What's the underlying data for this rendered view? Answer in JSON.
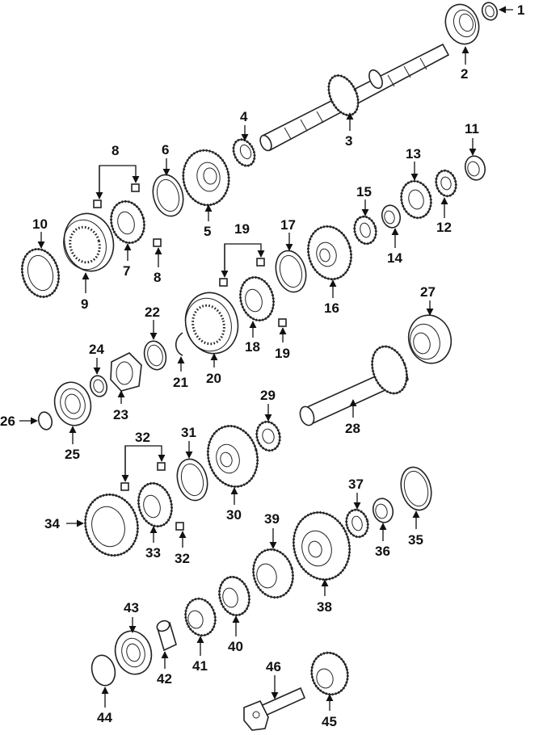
{
  "callouts": [
    "1",
    "2",
    "3",
    "4",
    "5",
    "6",
    "7",
    "8",
    "8",
    "9",
    "10",
    "11",
    "12",
    "13",
    "14",
    "15",
    "16",
    "17",
    "18",
    "19",
    "19",
    "20",
    "21",
    "22",
    "23",
    "24",
    "25",
    "26",
    "27",
    "28",
    "29",
    "30",
    "31",
    "32",
    "32",
    "33",
    "34",
    "35",
    "36",
    "37",
    "38",
    "39",
    "40",
    "41",
    "42",
    "43",
    "44",
    "45",
    "46"
  ]
}
